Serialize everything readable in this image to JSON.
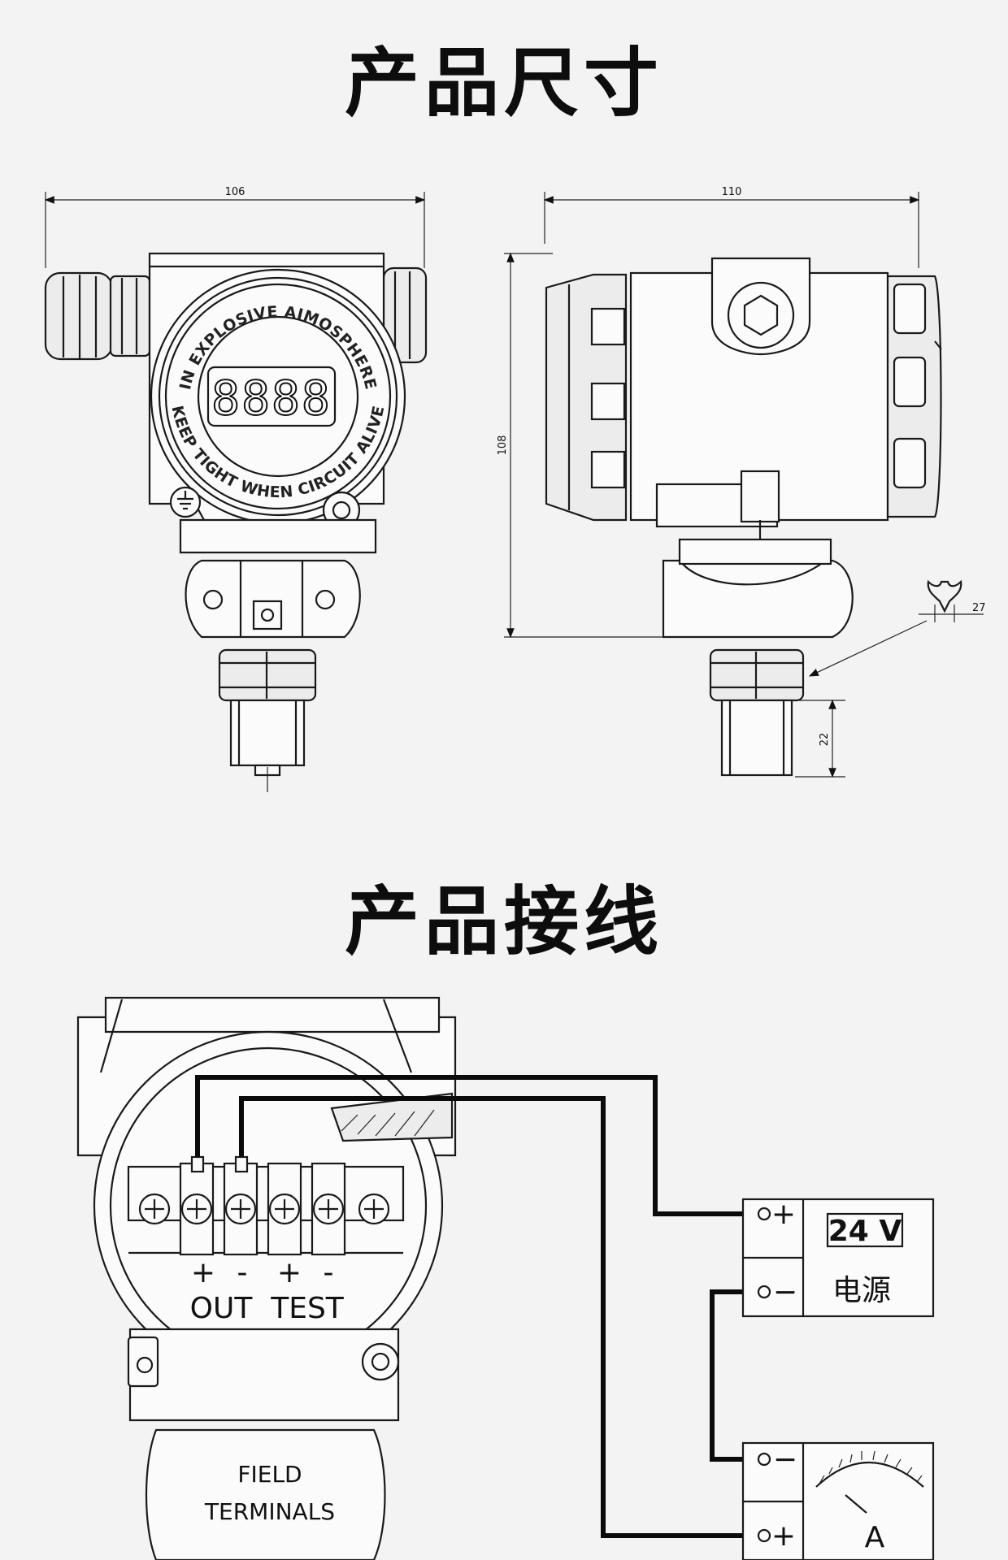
{
  "titles": {
    "dimensions": "产品尺寸",
    "wiring": "产品接线"
  },
  "dimensions": {
    "width_front": "106",
    "width_side": "110",
    "height_side": "108",
    "thread_length": "22",
    "wrench_size": "27"
  },
  "front_view": {
    "ring_top_text": "IN EXPLOSIVE AIMOSPHERE",
    "ring_bottom_text": "KEEP TIGHT WHEN CIRCUIT ALIVE",
    "display_digits": "8888"
  },
  "wiring": {
    "terminal_signs": [
      "+",
      "-",
      "+",
      "-"
    ],
    "out_label": "OUT",
    "test_label": "TEST",
    "field_label_line1": "FIELD",
    "field_label_line2": "TERMINALS",
    "power_supply": {
      "voltage": "24 V",
      "label": "电源",
      "plus": "+",
      "minus": "−"
    },
    "ammeter": {
      "symbol": "A",
      "minus": "−",
      "plus": "+"
    }
  }
}
